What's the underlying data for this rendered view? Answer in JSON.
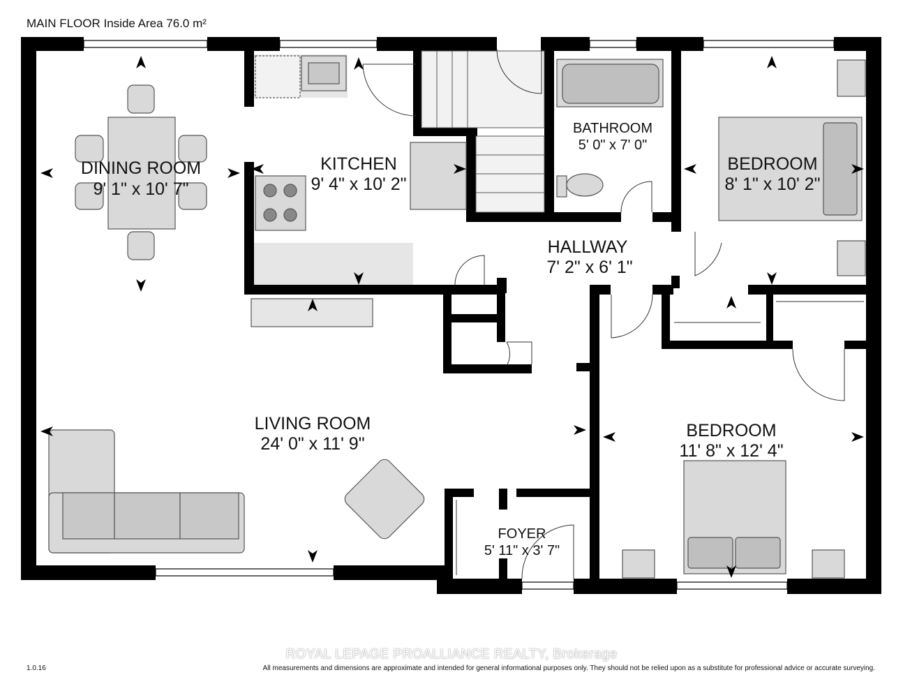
{
  "header": {
    "title": "MAIN FLOOR Inside Area 76.0 m²"
  },
  "rooms": [
    {
      "id": "dining",
      "name": "DINING ROOM",
      "dims": "9' 1\" x 10' 7\""
    },
    {
      "id": "kitchen",
      "name": "KITCHEN",
      "dims": "9' 4\" x 10' 2\""
    },
    {
      "id": "bathroom",
      "name": "BATHROOM",
      "dims": "5' 0\" x 7' 0\""
    },
    {
      "id": "bedroom1",
      "name": "BEDROOM",
      "dims": "8' 1\" x 10' 2\""
    },
    {
      "id": "hallway",
      "name": "HALLWAY",
      "dims": "7' 2\" x 6' 1\""
    },
    {
      "id": "living",
      "name": "LIVING ROOM",
      "dims": "24' 0\" x 11' 9\""
    },
    {
      "id": "bedroom2",
      "name": "BEDROOM",
      "dims": "11' 8\" x 12' 4\""
    },
    {
      "id": "foyer",
      "name": "FOYER",
      "dims": "5' 11\" x 3' 7\""
    }
  ],
  "footer": {
    "version": "1.0.16",
    "watermark": "ROYAL LEPAGE PROALLIANCE REALTY, Brokerage",
    "disclaimer": "All measurements and dimensions are approximate and intended for general informational purposes only. They should not be relied upon as a substitute for professional advice or accurate surveying."
  },
  "colors": {
    "wall": "#000000",
    "fixture_fill": "#d9d9d9",
    "fixture_stroke": "#555555",
    "counter": "#e6e6e6"
  }
}
